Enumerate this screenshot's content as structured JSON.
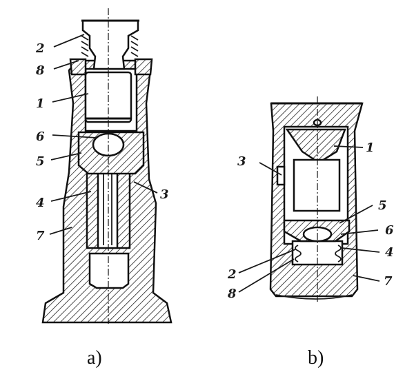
{
  "figure_a": {
    "caption": "a)",
    "labels": [
      "2",
      "8",
      "1",
      "6",
      "5",
      "4",
      "7",
      "3"
    ]
  },
  "figure_b": {
    "caption": "b)",
    "labels": [
      "1",
      "3",
      "5",
      "6",
      "4",
      "2",
      "8",
      "7"
    ]
  }
}
